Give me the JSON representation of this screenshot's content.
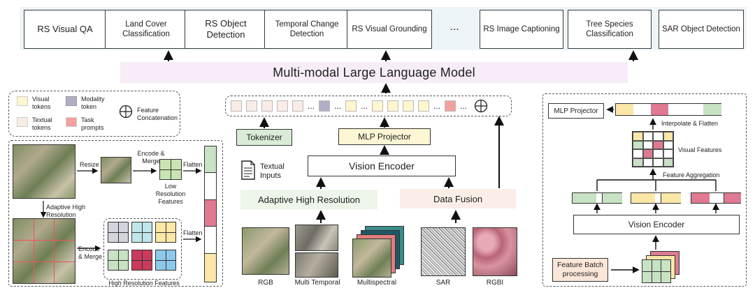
{
  "tasks": [
    "RS Visual QA",
    "Land Cover Classification",
    "RS Object Detection",
    "Temporal Change Detection",
    "RS Visual Grounding",
    "...",
    "RS Image Captioning",
    "Tree Species Classification",
    "SAR Object Detection"
  ],
  "llm_label": "Multi-modal Large Language Model",
  "legend": {
    "visual_tokens": "Visual tokens",
    "textual_tokens": "Textual tokens",
    "modality_token": "Modality token",
    "task_prompts": "Task prompts",
    "feature_concat": "Feature Concatenation"
  },
  "left_panel": {
    "resize": "Resize",
    "encode_merge": "Encode & Merge",
    "flatten_top": "Flatten",
    "low_res": "Low Resolution Features",
    "adaptive_high_res": "Adaptive High Resolution",
    "encode_merge2": "Encode & Merge",
    "flatten_bottom": "Flatten",
    "high_res": "High Resolution Features"
  },
  "center": {
    "tokenizer": "Tokenizer",
    "mlp_projector": "MLP Projector",
    "vision_encoder": "Vision Encoder",
    "textual_inputs": "Textual Inputs",
    "adaptive_high_resolution": "Adaptive High Resolution",
    "data_fusion": "Data Fusion",
    "ellipsis": "...",
    "inputs": [
      "RGB",
      "Multi Temporal",
      "Multispectral",
      "SAR",
      "RGBI"
    ]
  },
  "right_panel": {
    "mlp_projector": "MLP Projector",
    "interpolate_flatten": "Interpolate & Flatten",
    "visual_features": "Visual Features",
    "feature_aggregation": "Feature Aggregation",
    "vision_encoder": "Vision Encoder",
    "feature_batch": "Feature Batch processing"
  },
  "colors": {
    "visual_token": "#fdf6cf",
    "textual_token": "#f9ece4",
    "modality_token": "#b3adc6",
    "task_prompt": "#f4a0a0",
    "green_feature": "#c8e2c4",
    "pink_feature": "#e07a92",
    "yellow_feature": "#fbe7a6",
    "cyan_feature": "#bfe6ea",
    "blue_feature": "#8cc9ea",
    "gray_feature": "#d4d4dc",
    "red_feature": "#c93a5d",
    "llm_band": "#f6eaf6",
    "task_band": "#eaf2f7"
  }
}
